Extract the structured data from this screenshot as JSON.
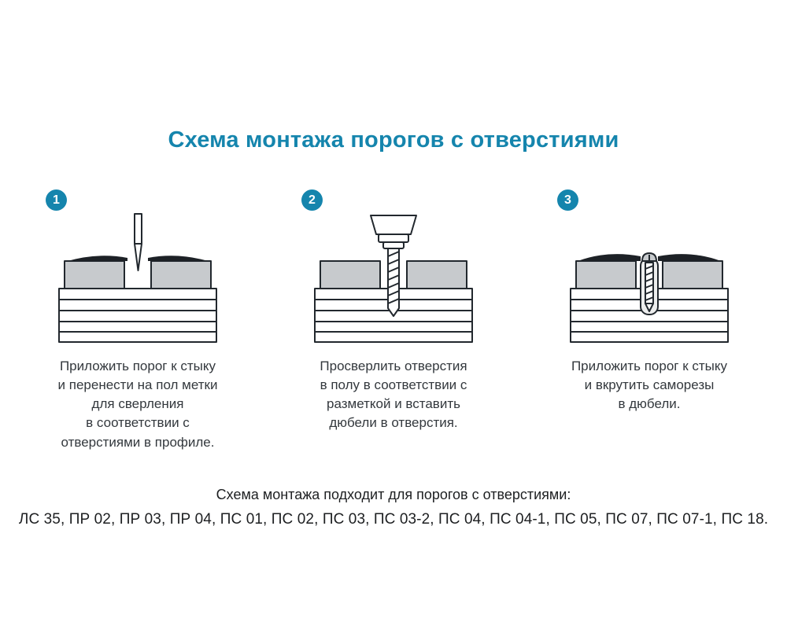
{
  "page": {
    "title": "Схема монтажа порогов с отверстиями"
  },
  "steps": [
    {
      "number": "1",
      "illustration": "awl-marking-floor",
      "caption": "Приложить порог к стыку\nи перенести на пол метки\nдля сверления\nв соответствии с\nотверстиями в профиле."
    },
    {
      "number": "2",
      "illustration": "drill-bit-drilling-holes",
      "caption": "Просверлить отверстия\nв полу в соответствии с\nразметкой и вставить\nдюбели в отверстия."
    },
    {
      "number": "3",
      "illustration": "screw-into-dowel-under-threshold",
      "caption": "Приложить порог к стыку\nи вкрутить саморезы\nв дюбели."
    }
  ],
  "footer": {
    "line1": "Схема монтажа подходит для порогов с отверстиями:",
    "line2": "ЛС 35, ПР 02, ПР 03, ПР 04, ПС 01, ПС 02, ПС 03, ПС 03-2, ПС 04, ПС 04-1, ПС 05, ПС 07, ПС 07-1, ПС 18."
  },
  "colors": {
    "accent": "#1585ad",
    "line": "#22282e",
    "block_fill": "#c7cacd"
  }
}
